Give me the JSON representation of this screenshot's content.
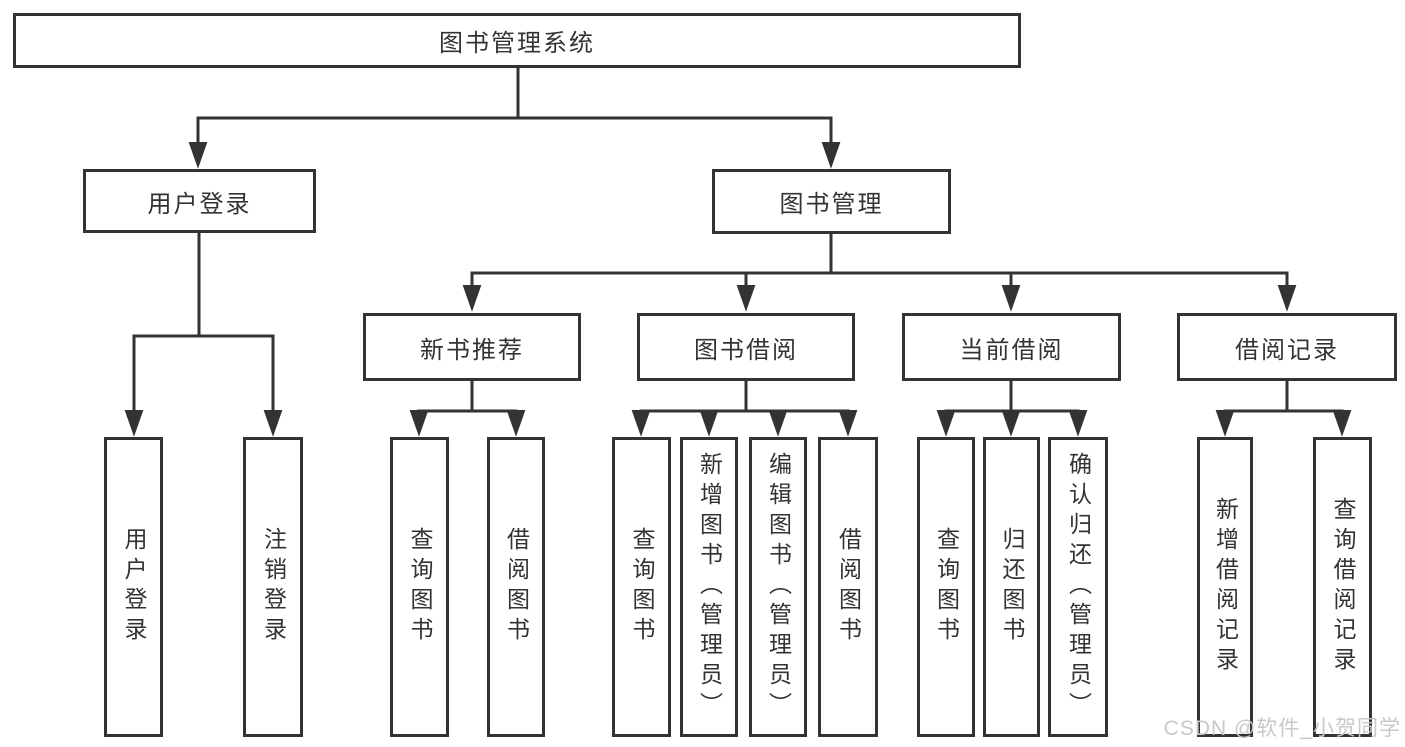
{
  "colors": {
    "line": "#333333",
    "box_border": "#333333",
    "text": "#333333",
    "background": "#ffffff",
    "watermark": "#c8c8c8"
  },
  "watermark": "CSDN @软件_小贺同学",
  "tree": {
    "root": {
      "label": "图书管理系统"
    },
    "branches": [
      {
        "label": "用户登录",
        "leaves": [
          "用户登录",
          "注销登录"
        ]
      },
      {
        "label": "图书管理",
        "groups": [
          {
            "label": "新书推荐",
            "leaves": [
              "查询图书",
              "借阅图书"
            ]
          },
          {
            "label": "图书借阅",
            "leaves": [
              "查询图书",
              "新增图书（管理员）",
              "编辑图书（管理员）",
              "借阅图书"
            ]
          },
          {
            "label": "当前借阅",
            "leaves": [
              "查询图书",
              "归还图书",
              "确认归还（管理员）"
            ]
          },
          {
            "label": "借阅记录",
            "leaves": [
              "新增借阅记录",
              "查询借阅记录"
            ]
          }
        ]
      }
    ]
  }
}
